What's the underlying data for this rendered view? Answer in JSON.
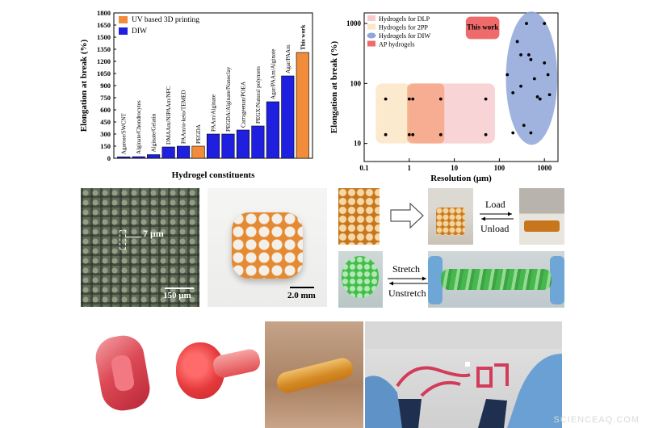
{
  "chart_data": [
    {
      "type": "bar",
      "ylabel": "Elongation at break (%)",
      "xlabel": "Hydrogel constituents",
      "ylim": [
        0,
        1800
      ],
      "yticks": [
        0,
        150,
        300,
        450,
        600,
        750,
        900,
        1050,
        1200,
        1350,
        1500,
        1650,
        1800
      ],
      "legend": [
        {
          "name": "UV based 3D printing",
          "color": "#f08c3a"
        },
        {
          "name": "DIW",
          "color": "#1f1fe0"
        }
      ],
      "categories": [
        "Agarose/SWCNT",
        "Alginate/Chondrocytes",
        "Alginate/Gelatin",
        "DMAAm/NIPAAm/NFC",
        "PAAm/α-keto/TEMED",
        "PEGDA",
        "PAAm/Alginate",
        "PEGDA/Alginate/Nanoclay",
        "Carrageenan/POEA",
        "PEGX/Natural polymers",
        "Agar/PAAm/Alginate",
        "Agar/PAAm",
        "This work"
      ],
      "values": [
        18,
        20,
        45,
        140,
        150,
        150,
        300,
        300,
        350,
        400,
        700,
        1020,
        1310
      ],
      "groups": [
        "DIW",
        "DIW",
        "DIW",
        "DIW",
        "DIW",
        "UV",
        "DIW",
        "DIW",
        "DIW",
        "DIW",
        "DIW",
        "DIW",
        "UV"
      ]
    },
    {
      "type": "scatter",
      "xscale": "log",
      "yscale": "log",
      "xlabel": "Resolution (μm)",
      "ylabel": "Elongation at break (%)",
      "xlim": [
        0.1,
        2000
      ],
      "ylim": [
        5,
        1500
      ],
      "xticks": [
        "0.1",
        "1",
        "10",
        "100",
        "1000"
      ],
      "yticks": [
        "10",
        "100",
        "1000"
      ],
      "legend": [
        {
          "name": "Hydrogels for DLP",
          "color": "#f7c9cc"
        },
        {
          "name": "Hydrogels for 2PP",
          "color": "#fbe6c6"
        },
        {
          "name": "Hydrogels for DIW",
          "color": "#8fa6d8"
        },
        {
          "name": "AP hydrogels",
          "color": "#ef6b6b"
        }
      ],
      "this_work_label": "This work",
      "points_small": [
        [
          0.3,
          55
        ],
        [
          0.3,
          14
        ],
        [
          1,
          55
        ],
        [
          1,
          14
        ],
        [
          1.2,
          55
        ],
        [
          1.2,
          14
        ],
        [
          5,
          55
        ],
        [
          5,
          14
        ],
        [
          50,
          55
        ],
        [
          50,
          14
        ]
      ],
      "points_diw": [
        [
          150,
          140
        ],
        [
          200,
          70
        ],
        [
          200,
          15
        ],
        [
          300,
          300
        ],
        [
          400,
          1000
        ],
        [
          300,
          90
        ],
        [
          450,
          300
        ],
        [
          500,
          250
        ],
        [
          500,
          15
        ],
        [
          600,
          120
        ],
        [
          700,
          60
        ],
        [
          800,
          55
        ],
        [
          1000,
          220
        ],
        [
          1000,
          1000
        ],
        [
          1200,
          140
        ],
        [
          1300,
          65
        ],
        [
          350,
          20
        ],
        [
          250,
          500
        ]
      ]
    }
  ],
  "figure": {
    "micro_label": "7 μm",
    "scale_left": "150 μm",
    "scale_lattice": "2.0 mm",
    "load": "Load",
    "unload": "Unload",
    "stretch": "Stretch",
    "unstretch": "Unstretch"
  },
  "watermark": "SCIENCEAQ.COM"
}
